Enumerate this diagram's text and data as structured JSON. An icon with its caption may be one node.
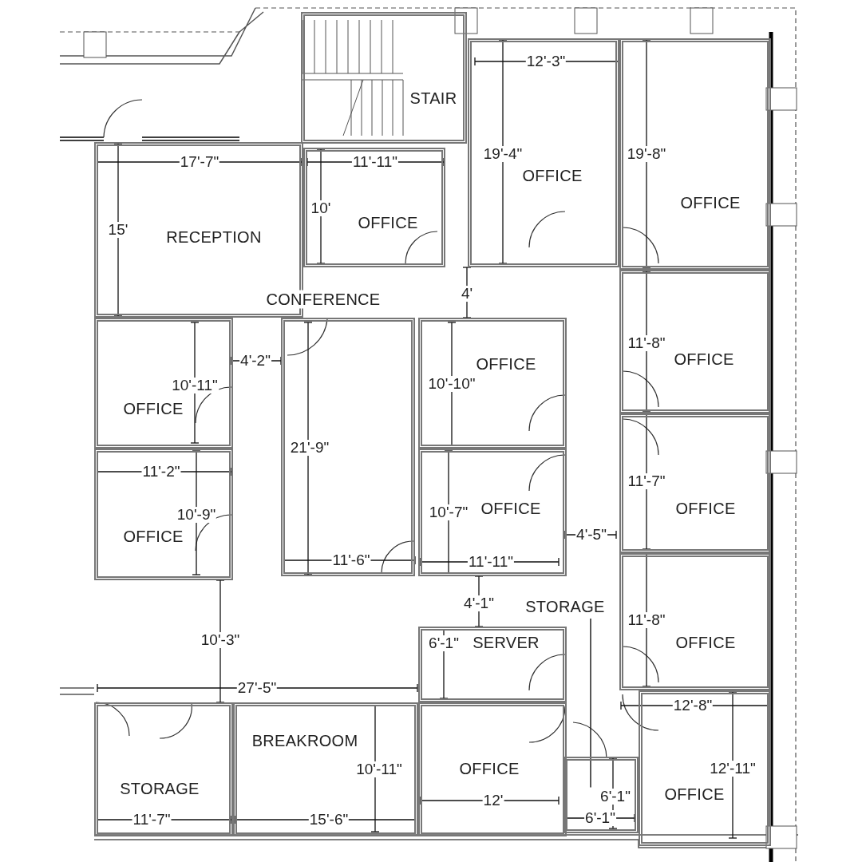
{
  "diagram": {
    "nodes": [
      {
        "text": [
          "STAIR"
        ]
      },
      {
        "text": [
          "OFFICE"
        ]
      },
      {
        "text": [
          "OFFICE"
        ]
      },
      {
        "text": [
          "RECEPTION"
        ]
      },
      {
        "text": [
          "OFFICE"
        ]
      },
      {
        "text": [
          "CONFERENCE"
        ]
      },
      {
        "text": [
          "OFFICE"
        ]
      },
      {
        "text": [
          "OFFICE"
        ]
      },
      {
        "text": [
          "OFFICE"
        ]
      },
      {
        "text": [
          "OFFICE"
        ]
      },
      {
        "text": [
          "OFFICE"
        ]
      },
      {
        "text": [
          "OFFICE"
        ]
      },
      {
        "text": [
          "SERVER"
        ]
      },
      {
        "text": [
          "OFFICE"
        ]
      },
      {
        "text": [
          "STORAGE"
        ]
      },
      {
        "text": [],
        "shape": "box"
      },
      {
        "text": [
          "BREAKROOM"
        ]
      },
      {
        "text": [
          "STORAGE"
        ]
      },
      {
        "text": [
          "OFFICE"
        ]
      },
      {
        "text": [
          "OFFICE"
        ]
      }
    ],
    "edges": [
      {
        "from": 14,
        "to": 15,
        "arrow": "none"
      }
    ],
    "labels": [
      "12'-3\"",
      "19'-4\"",
      "19'-8\"",
      "17'-7\"",
      "11'-11\"",
      "10'",
      "15'",
      "4'",
      "4'-2\"",
      "11'-8\"",
      "10'-11\"",
      "10'-10\"",
      "21'-9\"",
      "11'-2\"",
      "11'-7\"",
      "10'-9\"",
      "10'-7\"",
      "4'-5\"",
      "11'-6\"",
      "11'-11\"",
      "4'-1\"",
      "10'-3\"",
      "11'-8\"",
      "6'-1\"",
      "27'-5\"",
      "12'-8\"",
      "10'-11\"",
      "12'-11\"",
      "6'-1\"",
      "11'-7\"",
      "15'-6\"",
      "12'",
      "6'-1\""
    ]
  }
}
